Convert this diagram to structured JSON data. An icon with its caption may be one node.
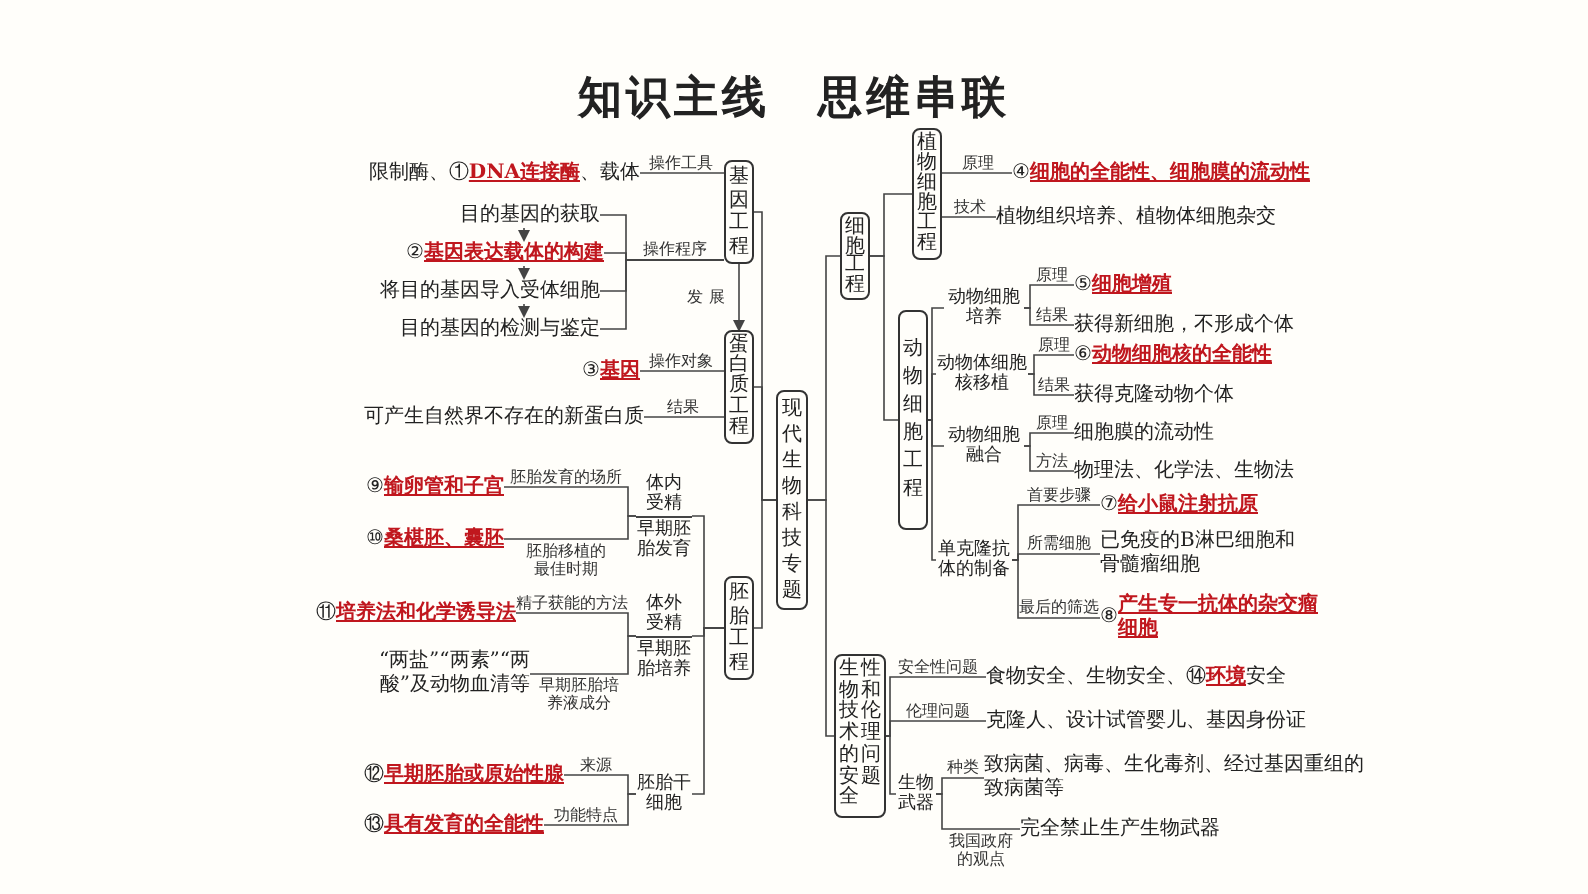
{
  "diagram": {
    "title": "知识主线　思维串联",
    "nodes": [
      {
        "text": [
          "现代生物科技专题"
        ]
      },
      {
        "text": [
          "基因工程"
        ]
      },
      {
        "text": [
          "限制酶、①**DNA连接酶**、载体"
        ]
      },
      {
        "text": [
          "目的基因的获取"
        ]
      },
      {
        "text": [
          "②**基因表达载体的构建**"
        ]
      },
      {
        "text": [
          "将目的基因导入受体细胞"
        ]
      },
      {
        "text": [
          "目的基因的检测与鉴定"
        ]
      },
      {
        "text": [
          "蛋白质工程"
        ]
      },
      {
        "text": [
          "③**基因**"
        ]
      },
      {
        "text": [
          "可产生自然界不存在的新蛋白质"
        ]
      },
      {
        "text": [
          "胚胎工程"
        ]
      },
      {
        "text": [
          "体内受精",
          "早期胚胎发育"
        ]
      },
      {
        "text": [
          "⑨**输卵管和子宫**"
        ]
      },
      {
        "text": [
          "⑩**桑椹胚、囊胚**"
        ]
      },
      {
        "text": [
          "体外受精",
          "早期胚胎培养"
        ]
      },
      {
        "text": [
          "⑪**培养法和化学诱导法**"
        ]
      },
      {
        "text": [
          "“两盐”“两素”“两酸”及动物血清等"
        ]
      },
      {
        "text": [
          "胚胎干细胞"
        ]
      },
      {
        "text": [
          "⑫**早期胚胎或原始性腺**"
        ]
      },
      {
        "text": [
          "⑬**具有发育的全能性**"
        ]
      },
      {
        "text": [
          "细胞工程"
        ]
      },
      {
        "text": [
          "植物细胞工程"
        ]
      },
      {
        "text": [
          "④**细胞的全能性、细胞膜的流动性**"
        ]
      },
      {
        "text": [
          "植物组织培养、植物体细胞杂交"
        ]
      },
      {
        "text": [
          "动物细胞工程"
        ]
      },
      {
        "text": [
          "动物细胞培养"
        ]
      },
      {
        "text": [
          "⑤**细胞增殖**"
        ]
      },
      {
        "text": [
          "获得新细胞，不形成个体"
        ]
      },
      {
        "text": [
          "动物体细胞核移植"
        ]
      },
      {
        "text": [
          "⑥**动物细胞核的全能性**"
        ]
      },
      {
        "text": [
          "获得克隆动物个体"
        ]
      },
      {
        "text": [
          "动物细胞融合"
        ]
      },
      {
        "text": [
          "细胞膜的流动性"
        ]
      },
      {
        "text": [
          "物理法、化学法、生物法"
        ]
      },
      {
        "text": [
          "单克隆抗体的制备"
        ]
      },
      {
        "text": [
          "⑦**给小鼠注射抗原**"
        ]
      },
      {
        "text": [
          "已免疫的B淋巴细胞和骨髓瘤细胞"
        ]
      },
      {
        "text": [
          "⑧**产生专一抗体的杂交瘤细胞**"
        ]
      },
      {
        "text": [
          "生物技术的安全性和伦理问题"
        ]
      },
      {
        "text": [
          "食物安全、生物安全、⑭**环境**安全"
        ]
      },
      {
        "text": [
          "克隆人、设计试管婴儿、基因身份证"
        ]
      },
      {
        "text": [
          "生物武器"
        ]
      },
      {
        "text": [
          "致病菌、病毒、生化毒剂、经过基因重组的致病菌等"
        ]
      },
      {
        "text": [
          "完全禁止生产生物武器"
        ]
      }
    ],
    "edges": [
      {
        "from": 0,
        "to": 1,
        "arrow": "none"
      },
      {
        "from": 0,
        "to": 7,
        "arrow": "none"
      },
      {
        "from": 0,
        "to": 10,
        "arrow": "none"
      },
      {
        "from": 1,
        "to": 2,
        "arrow": "none",
        "label": "操作工具"
      },
      {
        "from": 1,
        "to": 3,
        "arrow": "none",
        "label": "操作程序"
      },
      {
        "from": 1,
        "to": 4,
        "arrow": "none"
      },
      {
        "from": 1,
        "to": 5,
        "arrow": "none"
      },
      {
        "from": 1,
        "to": 6,
        "arrow": "none"
      },
      {
        "from": 3,
        "to": 4,
        "arrow": "to"
      },
      {
        "from": 4,
        "to": 5,
        "arrow": "to"
      },
      {
        "from": 5,
        "to": 6,
        "arrow": "to"
      },
      {
        "from": 1,
        "to": 7,
        "arrow": "to",
        "label": "发展"
      },
      {
        "from": 7,
        "to": 8,
        "arrow": "none",
        "label": "操作对象"
      },
      {
        "from": 7,
        "to": 9,
        "arrow": "none",
        "label": "结果"
      },
      {
        "from": 10,
        "to": 11,
        "arrow": "none"
      },
      {
        "from": 11,
        "to": 12,
        "arrow": "none",
        "label": "胚胎发育的场所"
      },
      {
        "from": 11,
        "to": 13,
        "arrow": "none",
        "label": "胚胎移植的最佳时期"
      },
      {
        "from": 10,
        "to": 14,
        "arrow": "none"
      },
      {
        "from": 14,
        "to": 15,
        "arrow": "none",
        "label": "精子获能的方法"
      },
      {
        "from": 14,
        "to": 16,
        "arrow": "none",
        "label": "早期胚胎培养液成分"
      },
      {
        "from": 10,
        "to": 17,
        "arrow": "none"
      },
      {
        "from": 17,
        "to": 18,
        "arrow": "none",
        "label": "来源"
      },
      {
        "from": 17,
        "to": 19,
        "arrow": "none",
        "label": "功能特点"
      },
      {
        "from": 0,
        "to": 20,
        "arrow": "none"
      },
      {
        "from": 0,
        "to": 38,
        "arrow": "none"
      },
      {
        "from": 20,
        "to": 21,
        "arrow": "none"
      },
      {
        "from": 20,
        "to": 24,
        "arrow": "none"
      },
      {
        "from": 21,
        "to": 22,
        "arrow": "none",
        "label": "原理"
      },
      {
        "from": 21,
        "to": 23,
        "arrow": "none",
        "label": "技术"
      },
      {
        "from": 24,
        "to": 25,
        "arrow": "none"
      },
      {
        "from": 24,
        "to": 28,
        "arrow": "none"
      },
      {
        "from": 24,
        "to": 31,
        "arrow": "none"
      },
      {
        "from": 24,
        "to": 34,
        "arrow": "none"
      },
      {
        "from": 25,
        "to": 26,
        "arrow": "none",
        "label": "原理"
      },
      {
        "from": 25,
        "to": 27,
        "arrow": "none",
        "label": "结果"
      },
      {
        "from": 28,
        "to": 29,
        "arrow": "none",
        "label": "原理"
      },
      {
        "from": 28,
        "to": 30,
        "arrow": "none",
        "label": "结果"
      },
      {
        "from": 31,
        "to": 32,
        "arrow": "none",
        "label": "原理"
      },
      {
        "from": 31,
        "to": 33,
        "arrow": "none",
        "label": "方法"
      },
      {
        "from": 34,
        "to": 35,
        "arrow": "none",
        "label": "首要步骤"
      },
      {
        "from": 34,
        "to": 36,
        "arrow": "none",
        "label": "所需细胞"
      },
      {
        "from": 34,
        "to": 37,
        "arrow": "none",
        "label": "最后的筛选"
      },
      {
        "from": 38,
        "to": 39,
        "arrow": "none",
        "label": "安全性问题"
      },
      {
        "from": 38,
        "to": 40,
        "arrow": "none",
        "label": "伦理问题"
      },
      {
        "from": 38,
        "to": 41,
        "arrow": "none"
      },
      {
        "from": 41,
        "to": 42,
        "arrow": "none",
        "label": "种类"
      },
      {
        "from": 41,
        "to": 43,
        "arrow": "none",
        "label": "我国政府的观点"
      }
    ]
  }
}
